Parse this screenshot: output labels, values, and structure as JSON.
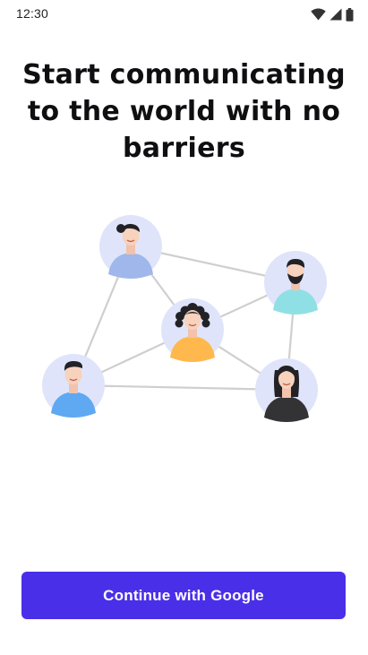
{
  "status_bar": {
    "time": "12:30",
    "icons": [
      "wifi-icon",
      "cellular-signal-icon",
      "battery-icon"
    ]
  },
  "onboarding": {
    "headline": "Start communicating to the world with no barriers",
    "illustration": {
      "people": [
        "woman-hair-bun",
        "man-beard",
        "woman-curly-hair",
        "man-short-hair",
        "woman-long-hair"
      ]
    }
  },
  "cta": {
    "label": "Continue with Google"
  },
  "colors": {
    "primary": "#4a2fe8",
    "avatar_background": "#dfe4fb",
    "line": "#cfcfcf",
    "text": "#0f0f12"
  }
}
